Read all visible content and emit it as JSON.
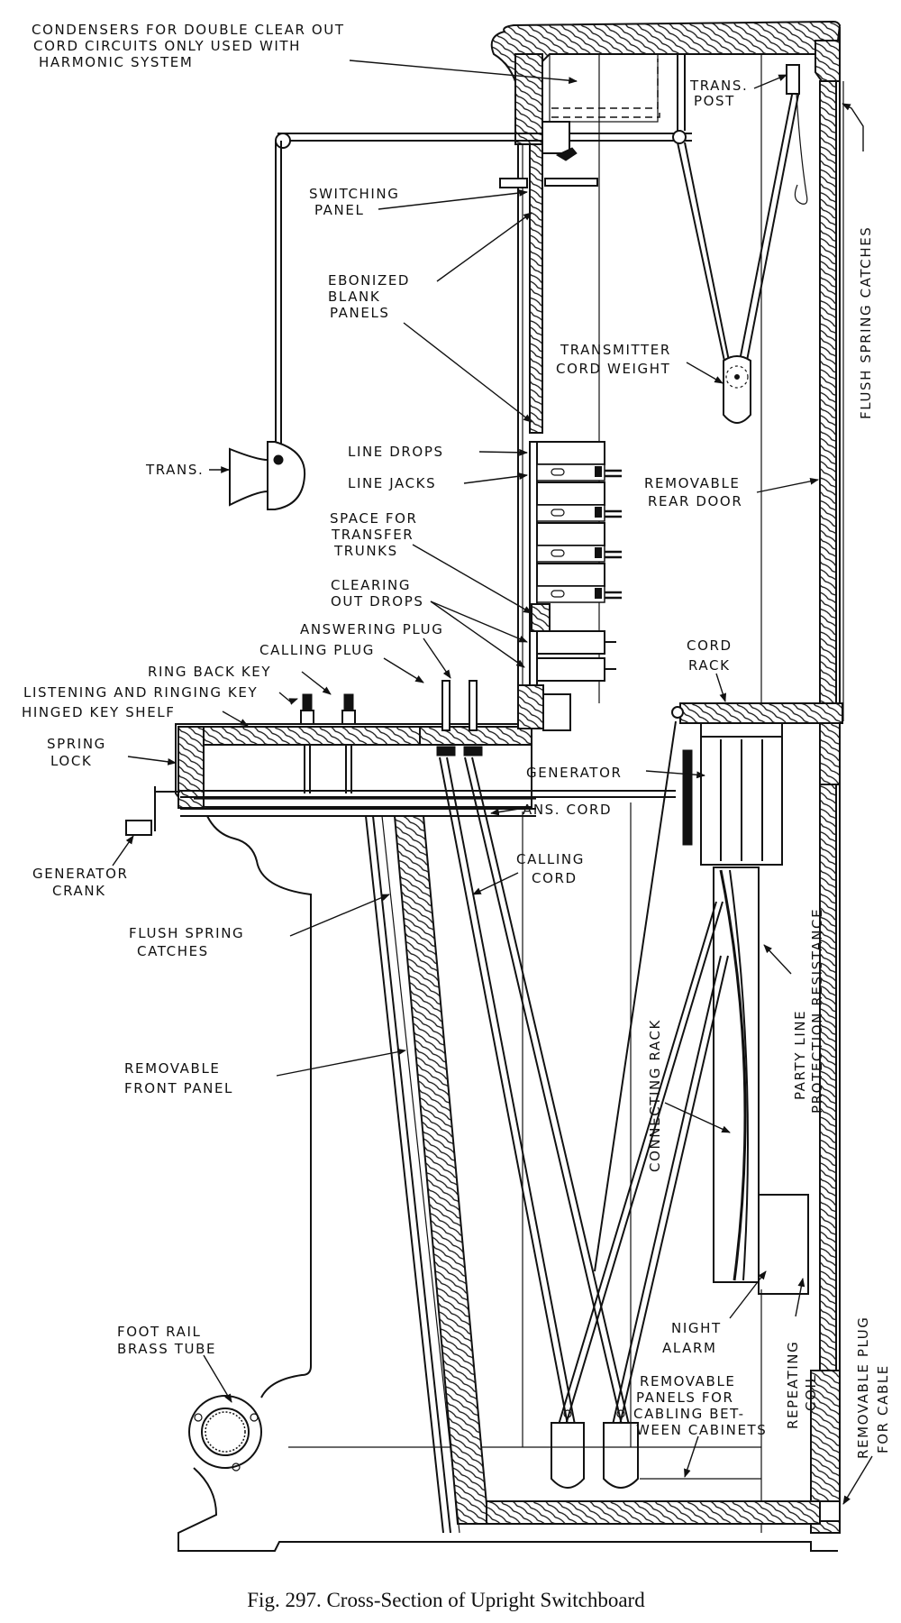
{
  "figure": {
    "caption": "Fig. 297.   Cross-Section of Upright Switchboard",
    "ink_color": "#111111",
    "paper_color": "#ffffff"
  },
  "labels": {
    "condensers": [
      "CONDENSERS FOR DOUBLE CLEAR OUT",
      "CORD CIRCUITS ONLY USED WITH",
      "HARMONIC SYSTEM"
    ],
    "trans_post": [
      "TRANS.",
      "POST"
    ],
    "switching_panel": [
      "SWITCHING",
      "PANEL"
    ],
    "ebonized_blank_panels": [
      "EBONIZED",
      "BLANK",
      "PANELS"
    ],
    "transmitter_cord_weight": [
      "TRANSMITTER",
      "CORD WEIGHT"
    ],
    "flush_spring_catches_rear": "FLUSH  SPRING  CATCHES",
    "trans": "TRANS.",
    "line_drops": "LINE  DROPS",
    "line_jacks": "LINE  JACKS",
    "removable_rear_door": [
      "REMOVABLE",
      "REAR DOOR"
    ],
    "space_for_transfer_trunks": [
      "SPACE FOR",
      "TRANSFER",
      "TRUNKS"
    ],
    "clearing_out_drops": [
      "CLEARING",
      "OUT DROPS"
    ],
    "answering_plug": "ANSWERING PLUG",
    "calling_plug": "CALLING PLUG",
    "ring_back_key": "RING BACK KEY",
    "listening_and_ringing_key": "LISTENING AND RINGING KEY",
    "hinged_key_shelf": "HINGED KEY SHELF",
    "cord_rack": [
      "CORD",
      "RACK"
    ],
    "spring_lock": [
      "SPRING",
      "LOCK"
    ],
    "generator": "GENERATOR",
    "ans_cord": "ANS. CORD",
    "generator_crank": [
      "GENERATOR",
      "CRANK"
    ],
    "calling_cord": [
      "CALLING",
      "CORD"
    ],
    "flush_spring_catches_front": [
      "FLUSH  SPRING",
      "CATCHES"
    ],
    "party_line_protection_resistance": [
      "PARTY  LINE",
      "PROTECTION RESISTANCE"
    ],
    "connecting_rack": "CONNECTING  RACK",
    "removable_front_panel": [
      "REMOVABLE",
      "FRONT PANEL"
    ],
    "night_alarm": [
      "NIGHT",
      "ALARM"
    ],
    "repeating_coil": [
      "REPEATING",
      "COIL"
    ],
    "removable_plug_for_cable": [
      "REMOVABLE  PLUG",
      "FOR CABLE"
    ],
    "foot_rail_brass_tube": [
      "FOOT  RAIL",
      "BRASS TUBE"
    ],
    "removable_panels_for_cabling": [
      "REMOVABLE",
      "PANELS FOR",
      "CABLING BET-",
      "WEEN CABINETS"
    ]
  }
}
